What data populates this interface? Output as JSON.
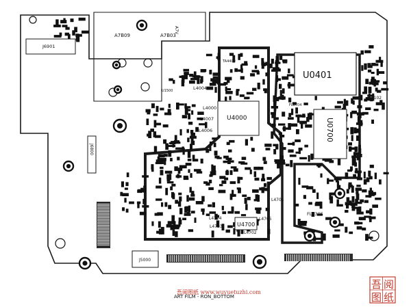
{
  "board": {
    "top_labels": {
      "a7b09": "A7B09",
      "a7b03": "A7B03",
      "a7b03_v": "A7V"
    },
    "connectors": {
      "j6901": "J6901",
      "j6800": "J6800",
      "j5000": "J5000"
    },
    "chips": {
      "u0401": "U0401",
      "u4000": "U4000",
      "u0700": "U0700",
      "u4700": "U4700",
      "s0102": "S0102"
    },
    "inductors": {
      "l4000": "L4000",
      "l4004": "L4004",
      "l4007": "L4007",
      "l4006": "L4006",
      "l4701": "L4701",
      "l4702": "L4702",
      "l4703": "L4703",
      "l4704": "L4704",
      "l4705": "L4705",
      "fl0305": "FL0305",
      "fl0704": "FL0704",
      "ta4400": "TA4400",
      "u1500": "U1500"
    },
    "footer_text": "ART FILM - RON_BOTTOM"
  },
  "watermark": {
    "text": "吾阅图纸 www.wuyuetuzhi.com",
    "stamp_chars": [
      "吾",
      "阅",
      "图",
      "纸"
    ]
  },
  "colors": {
    "board": "#ffffff",
    "outline": "#1a1a1a",
    "pad": "#111111",
    "stamp": "#c0392b"
  }
}
